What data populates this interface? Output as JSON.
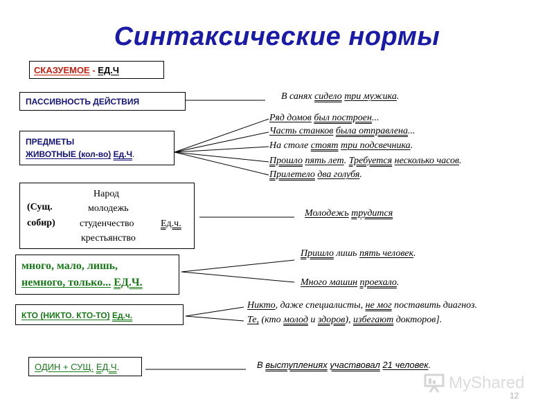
{
  "title": "Синтаксические нормы",
  "header_box": {
    "label": "СКАЗУЕМОЕ",
    "sep": " - ",
    "value": "ЕД.Ч"
  },
  "passive_box": {
    "label": "ПАССИВНОСТЬ ДЕЙСТВИЯ"
  },
  "passive_example": {
    "pre": "В санях ",
    "pred": "сидело",
    "subj": "три мужика",
    "end": "."
  },
  "objects_box": {
    "line1": "ПРЕДМЕТЫ",
    "line2": "ЖИВОТНЫЕ (кол-во)",
    "value": "Ед.Ч",
    "end": "."
  },
  "objects_examples": [
    {
      "subj": "Ряд домов",
      "sp": " ",
      "pred": "был построен",
      "end": "..."
    },
    {
      "subj": "Часть станков",
      "sp": " ",
      "pred": "была отправлена",
      "end": "..."
    },
    {
      "pre": "На столе ",
      "pred": "стоят",
      "sp": " ",
      "subj": "три подсвечника",
      "end": "."
    },
    {
      "pred": "Прошло",
      "sp": " ",
      "subj": "пять лет",
      "mid": ". ",
      "pred2": "Требуется",
      "sp2": " ",
      "subj2": "несколько часов",
      "end": "."
    },
    {
      "pred": "Прилетело",
      "sp": " ",
      "subj": "два голубя",
      "end": "."
    }
  ],
  "collective_box": {
    "left1": "(Сущ.",
    "left2": "собир)",
    "words": [
      "Народ",
      "молодежь",
      "студенчество",
      "крестьянство"
    ],
    "value": "Ед.ч."
  },
  "collective_example": {
    "subj": "Молодежь",
    "sp": " ",
    "pred": "трудится"
  },
  "quantity_box": {
    "line1": "много, мало, лишь,",
    "line2": "немного, только...",
    "value": "ЕД.Ч."
  },
  "quantity_examples": [
    {
      "pred": "Пришло",
      "pre": " лишь ",
      "subj": "пять человек",
      "end": "."
    },
    {
      "subj": "Много машин",
      "sp": " ",
      "pred": "проехало",
      "end": "."
    }
  ],
  "pronoun_box": {
    "label": "КТО (НИКТО. КТО-ТО)",
    "value": "Ед.ч."
  },
  "pronoun_examples": [
    {
      "subj": "Никто",
      "mid": ", даже специалисты, ",
      "pred": "не мог",
      "end": " поставить диагноз."
    },
    {
      "subj": "Те,",
      "mid": " (кто ",
      "a": "молод",
      "and": " и ",
      "b": "здоров",
      "c": "),",
      "sp": " ",
      "pred": "избегают",
      "end": " докторов]."
    }
  ],
  "one_box": {
    "label": "ОДИН + СУЩ.",
    "value": "ЕД.Ч",
    "end": "."
  },
  "one_example": {
    "pre": "В ",
    "w1": "выступлениях",
    "sp": " ",
    "pred": "участвовал",
    "sp2": " ",
    "subj": "21 человек",
    "end": "."
  },
  "watermark": "MyShared",
  "page_number": "12",
  "colors": {
    "title": "#1a1aa8",
    "red": "#c82010",
    "green": "#177a17"
  }
}
